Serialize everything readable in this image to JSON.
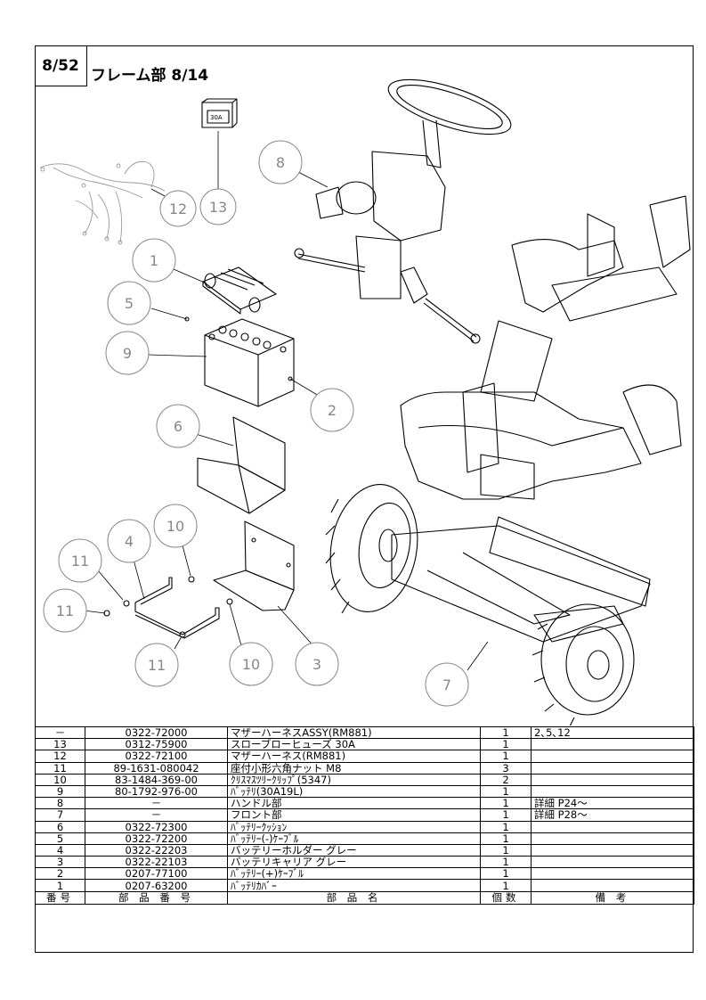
{
  "page": {
    "number": "8/52",
    "title": "フレーム部 8/14"
  },
  "diagram": {
    "fuse_label": "30A",
    "callouts": [
      "1",
      "2",
      "3",
      "4",
      "5",
      "6",
      "7",
      "8",
      "9",
      "10",
      "10",
      "11",
      "11",
      "11",
      "12",
      "13"
    ]
  },
  "table": {
    "header": {
      "no": "番号",
      "part_number": "部 品 番 号",
      "name": "部 品 名",
      "qty": "個数",
      "remarks": "備 考"
    },
    "rows": [
      {
        "no": "－",
        "part_number": "0322-72000",
        "name": "マザーハーネスASSY(RM881)",
        "qty": "1",
        "remarks": "2､5､12"
      },
      {
        "no": "13",
        "part_number": "0312-75900",
        "name": "スローブローヒューズ 30A",
        "qty": "1",
        "remarks": ""
      },
      {
        "no": "12",
        "part_number": "0322-72100",
        "name": "マザーハーネス(RM881)",
        "qty": "1",
        "remarks": ""
      },
      {
        "no": "11",
        "part_number": "89-1631-080042",
        "name": "座付小形六角ナット M8",
        "qty": "3",
        "remarks": ""
      },
      {
        "no": "10",
        "part_number": "83-1484-369-00",
        "name": "ｸﾘｽﾏｽﾂﾘｰｸﾘｯﾌﾟ(5347)",
        "qty": "2",
        "remarks": ""
      },
      {
        "no": "9",
        "part_number": "80-1792-976-00",
        "name": "ﾊﾞｯﾃﾘ(30A19L)",
        "qty": "1",
        "remarks": ""
      },
      {
        "no": "8",
        "part_number": "－",
        "name": "ハンドル部",
        "qty": "1",
        "remarks": "詳細 P24～"
      },
      {
        "no": "7",
        "part_number": "－",
        "name": "フロント部",
        "qty": "1",
        "remarks": "詳細 P28～"
      },
      {
        "no": "6",
        "part_number": "0322-72300",
        "name": "ﾊﾞｯﾃﾘｰｸｯｼｮﾝ",
        "qty": "1",
        "remarks": ""
      },
      {
        "no": "5",
        "part_number": "0322-72200",
        "name": "ﾊﾞｯﾃﾘｰ(-)ｹｰﾌﾞﾙ",
        "qty": "1",
        "remarks": ""
      },
      {
        "no": "4",
        "part_number": "0322-22203",
        "name": "バッテリーホルダー グレー",
        "qty": "1",
        "remarks": ""
      },
      {
        "no": "3",
        "part_number": "0322-22103",
        "name": "バッテリキャリア グレー",
        "qty": "1",
        "remarks": ""
      },
      {
        "no": "2",
        "part_number": "0207-77100",
        "name": "ﾊﾞｯﾃﾘｰ(+)ｹｰﾌﾞﾙ",
        "qty": "1",
        "remarks": ""
      },
      {
        "no": "1",
        "part_number": "0207-63200",
        "name": "ﾊﾞｯﾃﾘｶﾊﾞｰ",
        "qty": "1",
        "remarks": ""
      }
    ]
  }
}
